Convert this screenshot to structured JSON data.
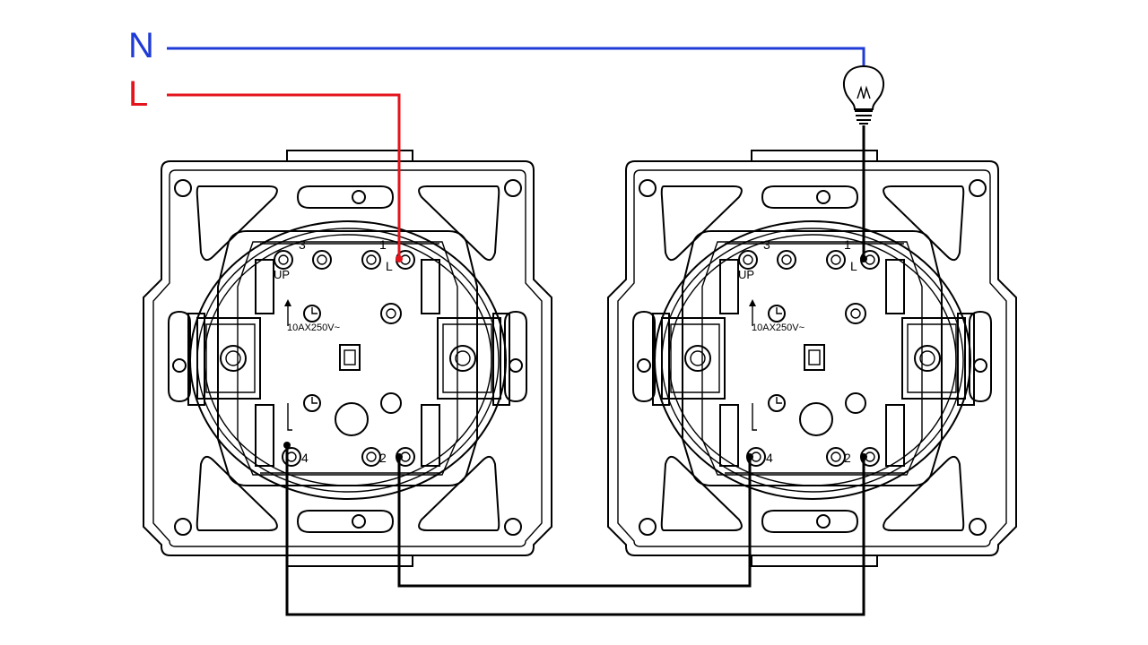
{
  "wires": {
    "neutral": {
      "label": "N",
      "color": "#1f3bd6"
    },
    "live": {
      "label": "L",
      "color": "#e3141c"
    },
    "travelers": {
      "color": "#000000"
    }
  },
  "switches": [
    {
      "id": "switch-1",
      "rating": "10AX250V~",
      "up_label": "UP",
      "terminals": {
        "t1": "1",
        "tL": "L",
        "t2": "2",
        "t3": "3",
        "t4": "4"
      }
    },
    {
      "id": "switch-2",
      "rating": "10AX250V~",
      "up_label": "UP",
      "terminals": {
        "t1": "1",
        "tL": "L",
        "t2": "2",
        "t3": "3",
        "t4": "4"
      }
    }
  ],
  "lamp": {
    "icon": "light-bulb-icon"
  }
}
